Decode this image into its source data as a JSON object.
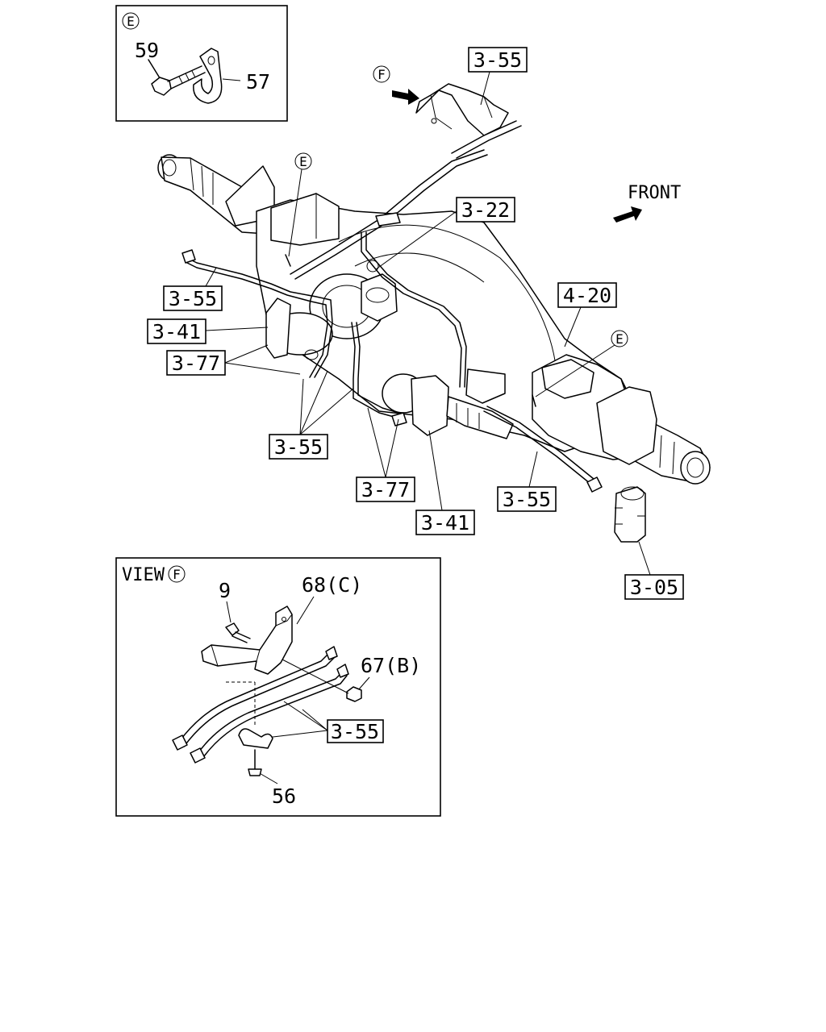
{
  "detail_e": {
    "marker": "E",
    "bolt_label": "59",
    "clip_label": "57"
  },
  "view_f": {
    "title": "VIEW",
    "marker": "F",
    "bolt_label": "9",
    "bracket_label": "68(C)",
    "nut_label": "67(B)",
    "pipe_label": "3-55",
    "screw_label": "56"
  },
  "main": {
    "front_label": "FRONT",
    "view_f_marker": "F",
    "e_marker_left": "E",
    "e_marker_right": "E",
    "callouts": {
      "brake_pipe_top": "3-55",
      "hose_3_22": "3-22",
      "axle_case": "4-20",
      "brake_pipe_left": "3-55",
      "cylinder_left": "3-41",
      "hose_left": "3-77",
      "brake_pipes_mid": "3-55",
      "hose_right": "3-77",
      "cylinder_right": "3-41",
      "brake_pipe_right": "3-55",
      "wheel_cylinder": "3-05"
    }
  }
}
